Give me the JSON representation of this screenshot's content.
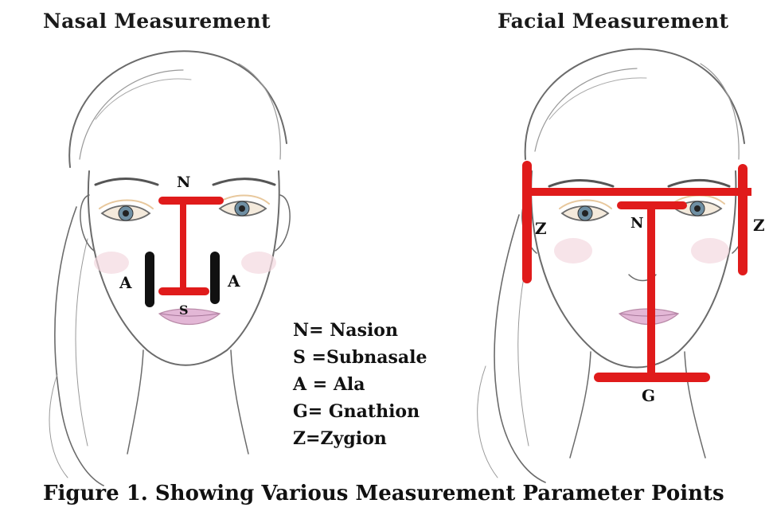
{
  "titles": {
    "nasal": "Nasal Measurement",
    "facial": "Facial  Measurement"
  },
  "point_labels": {
    "nasal_n": "N",
    "nasal_s": "S",
    "nasal_a_left": "A",
    "nasal_a_right": "A",
    "facial_z_left": "Z",
    "facial_z_right": "Z",
    "facial_n": "N",
    "facial_g": "G"
  },
  "legend": [
    "N= Nasion",
    "S =Subnasale",
    "A = Ala",
    "G= Gnathion",
    "Z=Zygion"
  ],
  "caption": "Figure 1. Showing Various Measurement Parameter Points",
  "colors": {
    "measurement_line": "#e01b1b",
    "ala_marker": "#111111",
    "sketch": "#6b6b6b"
  }
}
